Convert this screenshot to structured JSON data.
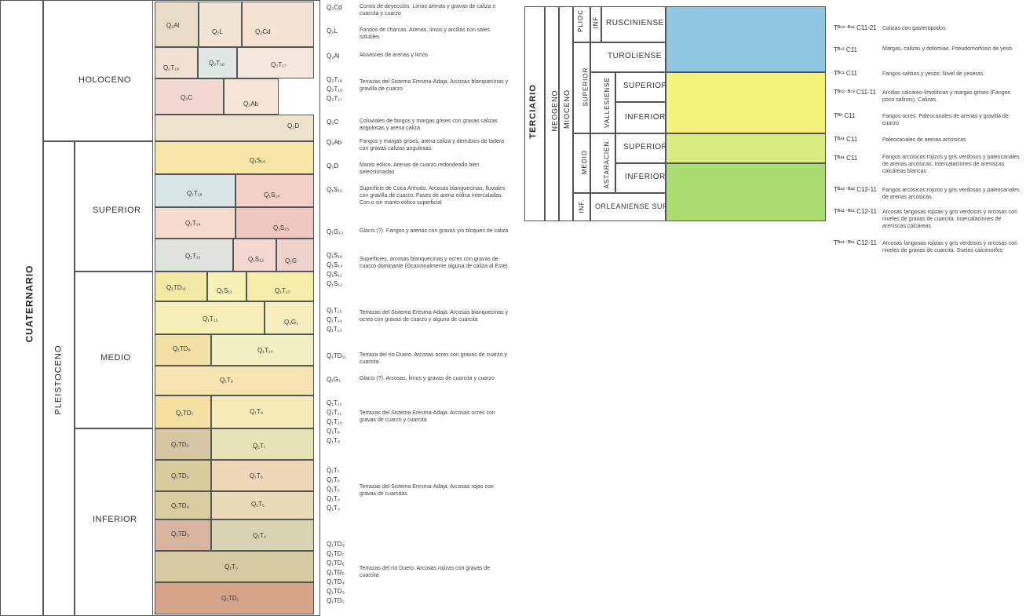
{
  "left": {
    "era": "CUATERNARIO",
    "period": "PLEISTOCENO",
    "stages": {
      "holoceno": "HOLOCENO",
      "superior": "SUPERIOR",
      "medio": "MEDIO",
      "inferior": "INFERIOR"
    },
    "cells": [
      "Q₂Al",
      "Q₂L",
      "Q₂Cd",
      "Q₂T₁₉",
      "Q₂T₁₈",
      "Q₂T₁₇",
      "Q₂C",
      "Q₂Ab",
      "Q₂D",
      "Q₁S₁₆",
      "Q₁T₁₆",
      "Q₁S₁₄",
      "Q₁T₁₄",
      "Q₁S₁₅",
      "Q₁T₁₂",
      "Q₁S₁₂",
      "Q₁G",
      "Q₁TD₁₁",
      "Q₁S₁₁",
      "Q₁T₁₃",
      "Q₁T₁₁",
      "Q₁G₁",
      "Q₁TD₉",
      "Q₁T₁₀",
      "Q₁T₉",
      "Q₁TD₇",
      "Q₁T₈",
      "Q₁TD₆",
      "Q₁T₇",
      "Q₁TD₅",
      "Q₁T₆",
      "Q₁TD₄",
      "Q₁T₅",
      "Q₁TD₃",
      "Q₁T₄",
      "Q₁T₃",
      "Q₁TD₁"
    ],
    "legend": [
      {
        "codes": [
          "Q₂Cd"
        ],
        "text": "Conos de deyección. Limos arenas y gravas de caliza o cuarcita y cuarzo"
      },
      {
        "codes": [
          "Q₂L"
        ],
        "text": "Fondos de charcas. Arenas, limos y arcillas con sales solubles"
      },
      {
        "codes": [
          "Q₂Al"
        ],
        "text": "Aluviones de arenas y limos"
      },
      {
        "codes": [
          "Q₂T₁₉",
          "Q₂T₁₈",
          "Q₂T₁₇"
        ],
        "text": "Terrazas del Sistema Eresma-Adaja. Arcosas blanquecinas y gravilla de cuarzo"
      },
      {
        "codes": [
          "Q₂C"
        ],
        "text": "Coluviales de fangos y margas grises con gravas calizas angulosas y arena caliza"
      },
      {
        "codes": [
          "Q₂Ab"
        ],
        "text": "Fangos y margas grises, arena caliza y derrubios de ladera con gravas calizas angulosas"
      },
      {
        "codes": [
          "Q₂D"
        ],
        "text": "Manto eólico. Arenas de cuarzo redondeado bien seleccionadas"
      },
      {
        "codes": [
          "Q₁S₁₆"
        ],
        "text": "Superficie de Coca Arévalo. Arcosas blanquecinas, fluviales con gravilla de cuarzo. Fases de arena eólica intercaladas. Con o sin manto eólico superficial"
      },
      {
        "codes": [
          "Q₁G₁₃"
        ],
        "text": "Glacis (?). Fangos y arenas con gravas y/o bloques de caliza"
      },
      {
        "codes": [
          "Q₁S₁₆",
          "Q₁S₁₄",
          "Q₁S₁₂",
          "Q₁S₁₁"
        ],
        "text": "Superficies, arcosas blanquecinas y ocres con gravas de cuarzo dominante (Ocasionalmente alguna de caliza al Este)"
      },
      {
        "codes": [
          "Q₁T₁₅",
          "Q₁T₁₄",
          "Q₁T₁₃"
        ],
        "text": "Terrazas del Sistema Eresma-Adaja. Arcosas blanquecinas y ocres con gravas de cuarzo y alguno de cuarcita"
      },
      {
        "codes": [
          "Q₁TD₁₁"
        ],
        "text": "Terraza del río Duero. Arcosas ocres con gravas de cuarzo y cuarcita"
      },
      {
        "codes": [
          "Q₁G₁"
        ],
        "text": "Glacis (?). Arcosas, limos y gravas de cuarcita y cuarzo"
      },
      {
        "codes": [
          "Q₁T₁₂",
          "Q₁T₁₁",
          "Q₁T₁₀",
          "Q₁T₉",
          "Q₁T₈"
        ],
        "text": "Terrazas del Sistema Eresma-Adaja. Arcosas ocres con gravas de cuarzo y cuarcita"
      },
      {
        "codes": [
          "Q₁T₇",
          "Q₁T₆",
          "Q₁T₅",
          "Q₁T₄",
          "Q₁T₃"
        ],
        "text": "Terrazas del Sistema Eresma-Adaja. Arcosas rojas con gravas de cuarcitas"
      },
      {
        "codes": [
          "Q₁TD₈",
          "Q₁TD₇",
          "Q₁TD₆",
          "Q₁TD₅",
          "Q₁TD₄",
          "Q₁TD₃",
          "Q₁TD₂"
        ],
        "text": "Terrazas del río Duero. Arcosas rojizas con gravas de cuarcita"
      }
    ]
  },
  "right": {
    "era": "TERCIARIO",
    "period": "NEOGENO",
    "epoch": "MIOCENO",
    "col1": {
      "plioc": "PLIOC",
      "superior": "SUPERIOR",
      "medio": "MEDIO",
      "inf": "INF."
    },
    "plioc_sub": "INF",
    "vallesiense": "VALLESIENSE",
    "astaracien": "ASTARACIEN.",
    "stages": [
      "RUSCINIENSE",
      "TUROLIENSE",
      "SUPERIOR",
      "INFERIOR",
      "SUPERIOR",
      "INFERIOR",
      "ORLEANIENSE SUP."
    ],
    "legend": [
      {
        "code": "Tᴮᶜ³⁻ᴮᵃ¹ C11-21",
        "text": "Calizas con gasterópodos"
      },
      {
        "code": "Tᴮᶜ² C11",
        "text": "Margas, calizas y dolomías. Pseudomorfosis de yeso"
      },
      {
        "code": "Tᴮᶜ¹ C11",
        "text": "Fangos salinos y yesos. Nivel de yeseras"
      },
      {
        "code": "Tᴮᶜ²⁻ᴮᶜ³ C11-11",
        "text": "Arcillas calcáreo-limolíticas y margas grises (Fangos poco salinos). Calizas."
      },
      {
        "code": "Tᴮᵇ C11",
        "text": "Fangos ocres. Paleocanales de arenas y gravilla de cuarzo"
      },
      {
        "code": "Tᴮᵃ¹ C11",
        "text": "Paleocanales de arenas arcósicas"
      },
      {
        "code": "Tᴮᵃ¹ C11",
        "text": "Fangos arcósicos rojizos y gris verdosos y paleocanales de arenas arcósicas. Intercalaciones de areniscas calcáreas blancas"
      },
      {
        "code": "Tᴮᵃ²⁻ᴮᵃ² C12-11",
        "text": "Fangos arcósicos rojizos y gris verdosos y paleocanales de arenas arcósicas"
      },
      {
        "code": "Tᴮᵃ¹⁻ᴮᵇ¹ C12-11",
        "text": "Arcosas fangosas rojizas y gris verdosos y arcosas con niveles de gravas de cuarcita. Intercalaciones de areniscas calcáreas"
      },
      {
        "code": "Tᴮᵃ¹⁻ᴮᵇ¹ C12-11",
        "text": "Arcosas fangosas rojizas y gris verdosos y arcosas con niveles de gravas de cuarcita. Suelos calcimorfos"
      }
    ]
  }
}
